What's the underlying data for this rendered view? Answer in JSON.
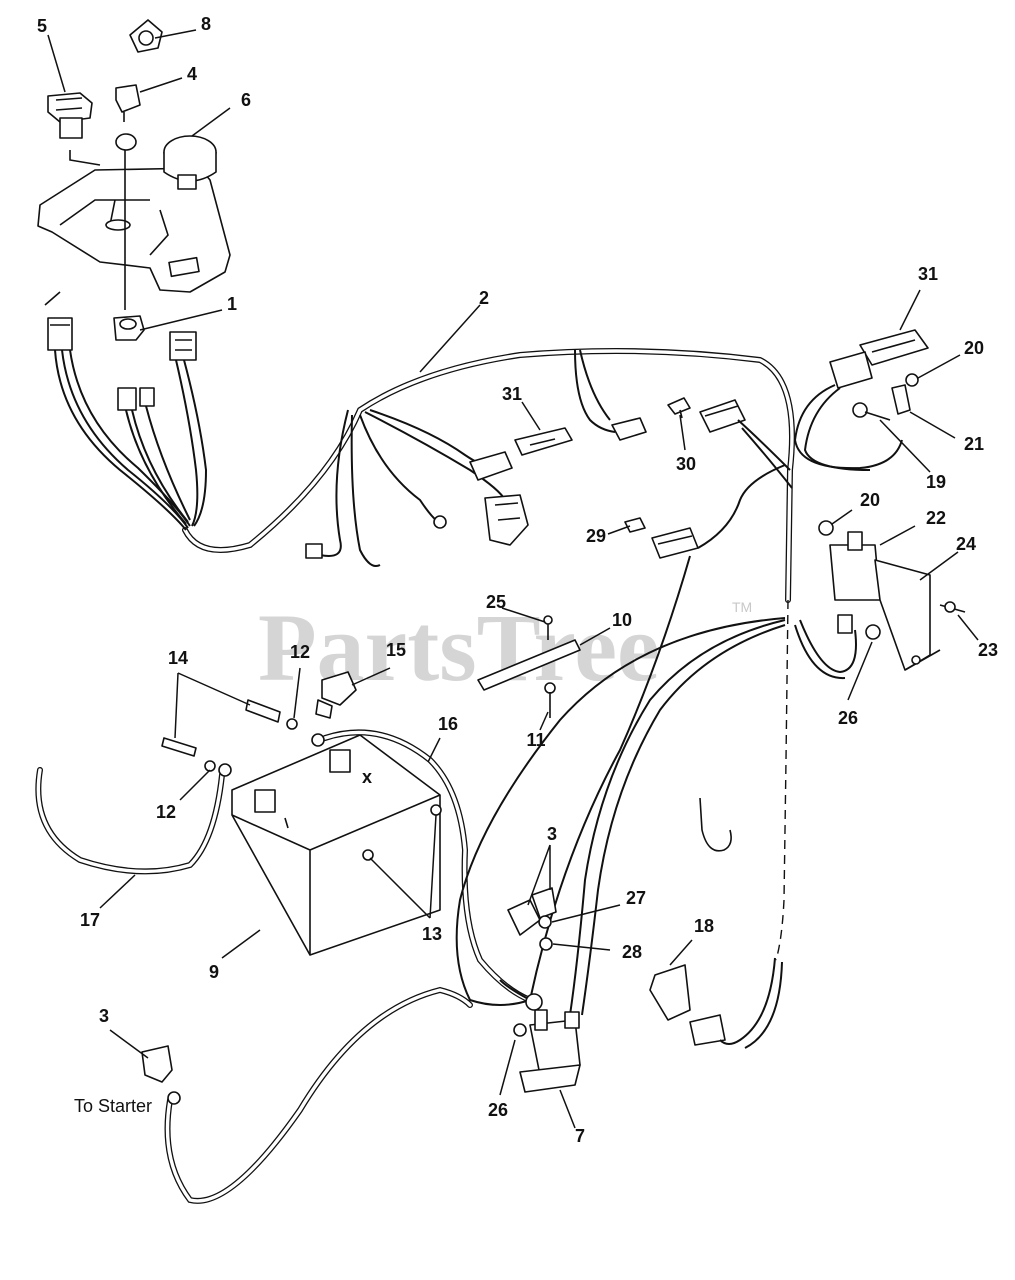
{
  "watermark": {
    "text": "PartsTree",
    "trademark": "TM"
  },
  "labels": {
    "p1": "1",
    "p2": "2",
    "p3a": "3",
    "p3b": "3",
    "p4": "4",
    "p5": "5",
    "p6": "6",
    "p7": "7",
    "p8": "8",
    "p9": "9",
    "p10": "10",
    "p11": "11",
    "p12a": "12",
    "p12b": "12",
    "p13": "13",
    "p14": "14",
    "p15": "15",
    "p16": "16",
    "p17": "17",
    "p18": "18",
    "p19": "19",
    "p20a": "20",
    "p20b": "20",
    "p21": "21",
    "p22": "22",
    "p23": "23",
    "p24": "24",
    "p25": "25",
    "p26a": "26",
    "p26b": "26",
    "p27": "27",
    "p28": "28",
    "p29": "29",
    "p30": "30",
    "p31a": "31",
    "p31b": "31"
  },
  "notes": {
    "to_starter": "To Starter"
  },
  "colors": {
    "ink": "#111111",
    "paper": "#ffffff",
    "watermark": "#c8c8c8"
  }
}
